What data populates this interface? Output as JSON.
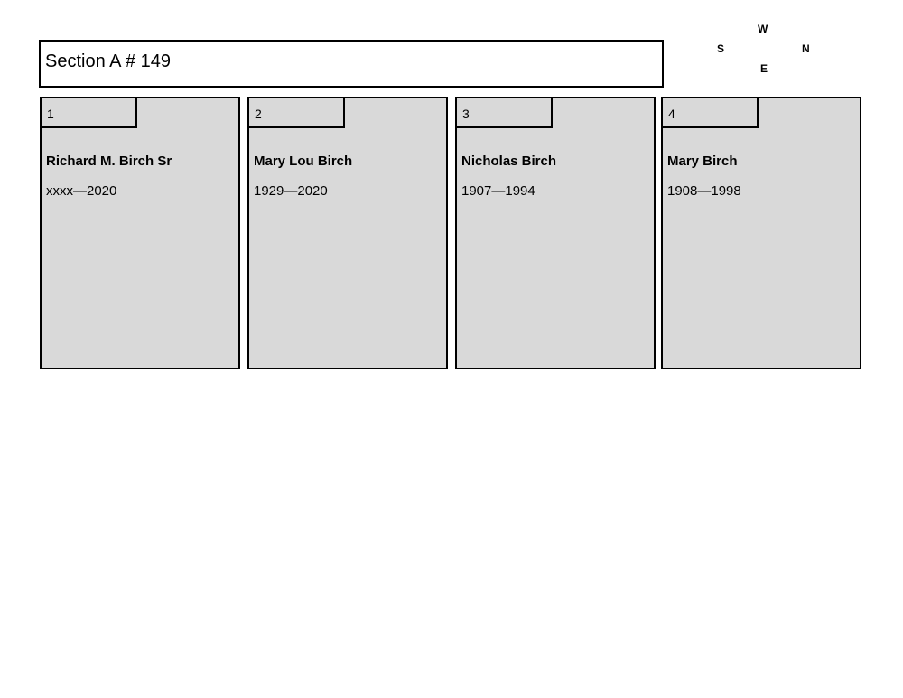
{
  "section": {
    "title": "Section A # 149"
  },
  "compass": {
    "west": "W",
    "south": "S",
    "north": "N",
    "east": "E"
  },
  "plots": [
    {
      "number": "1",
      "name": "Richard M. Birch Sr",
      "dates": "xxxx—2020"
    },
    {
      "number": "2",
      "name": "Mary Lou Birch",
      "dates": "1929—2020"
    },
    {
      "number": "3",
      "name": "Nicholas Birch",
      "dates": "1907—1994"
    },
    {
      "number": "4",
      "name": "Mary Birch",
      "dates": "1908—1998"
    }
  ]
}
